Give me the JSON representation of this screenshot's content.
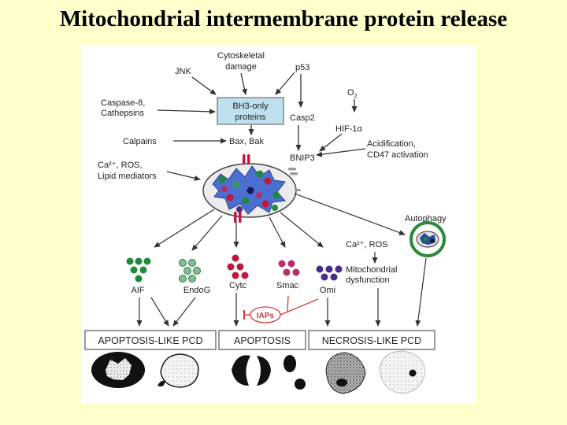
{
  "title": "Mitochondrial intermembrane protein release",
  "inputs": {
    "jnk": "JNK",
    "cyto_line1": "Cytoskeletal",
    "cyto_line2": "damage",
    "p53": "p53",
    "o2": "O",
    "o2_sub": "2",
    "caspase_line1": "Caspase-8,",
    "caspase_line2": "Cathepsins",
    "calpains": "Calpains",
    "ca_line1": "Ca²⁺, ROS,",
    "ca_line2": "Lipid mediators",
    "acid_line1": "Acidification,",
    "acid_line2": "CD47 activation"
  },
  "mediators": {
    "bh3_line1": "BH3-only",
    "bh3_line2": "proteins",
    "casp2": "Casp2",
    "hif": "HIF-1α",
    "baxbak": "Bax, Bak",
    "bnip3": "BNIP3"
  },
  "released": {
    "aif": "AIF",
    "endog": "EndoG",
    "cytc": "Cytc",
    "smac": "Smac",
    "omi": "Omi",
    "iaps": "IAPs"
  },
  "mito_branch": {
    "ca_ros": "Ca²⁺, ROS",
    "dysf_line1": "Mitochondrial",
    "dysf_line2": "dysfunction",
    "autophagy": "Autophagy"
  },
  "outcomes": {
    "apoptosis_like": "APOPTOSIS-LIKE PCD",
    "apoptosis": "APOPTOSIS",
    "necrosis_like": "NECROSIS-LIKE PCD"
  },
  "colors": {
    "background": "#ffffcc",
    "mito_body": "#4a6fd0",
    "green": "#1e8a3a",
    "crimson": "#c0183c",
    "magenta": "#b0306a",
    "purple": "#4a2a8a",
    "bh3_box": "#bfe0ee",
    "iaps_red": "#d23a3a"
  }
}
